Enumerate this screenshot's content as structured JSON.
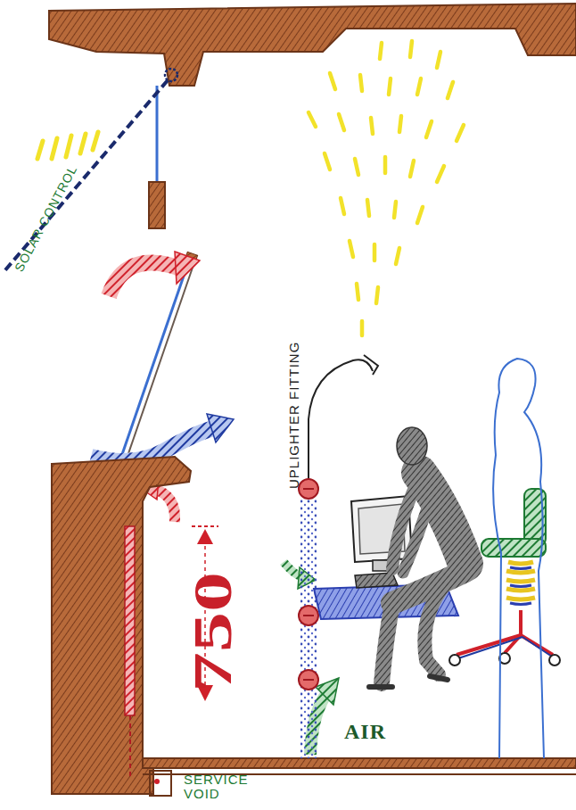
{
  "diagram": {
    "labels": [
      "SOLAR CONTROL",
      "UPLIGHTER FITTING",
      "750",
      "SERVICE VOID",
      "AIR"
    ]
  }
}
